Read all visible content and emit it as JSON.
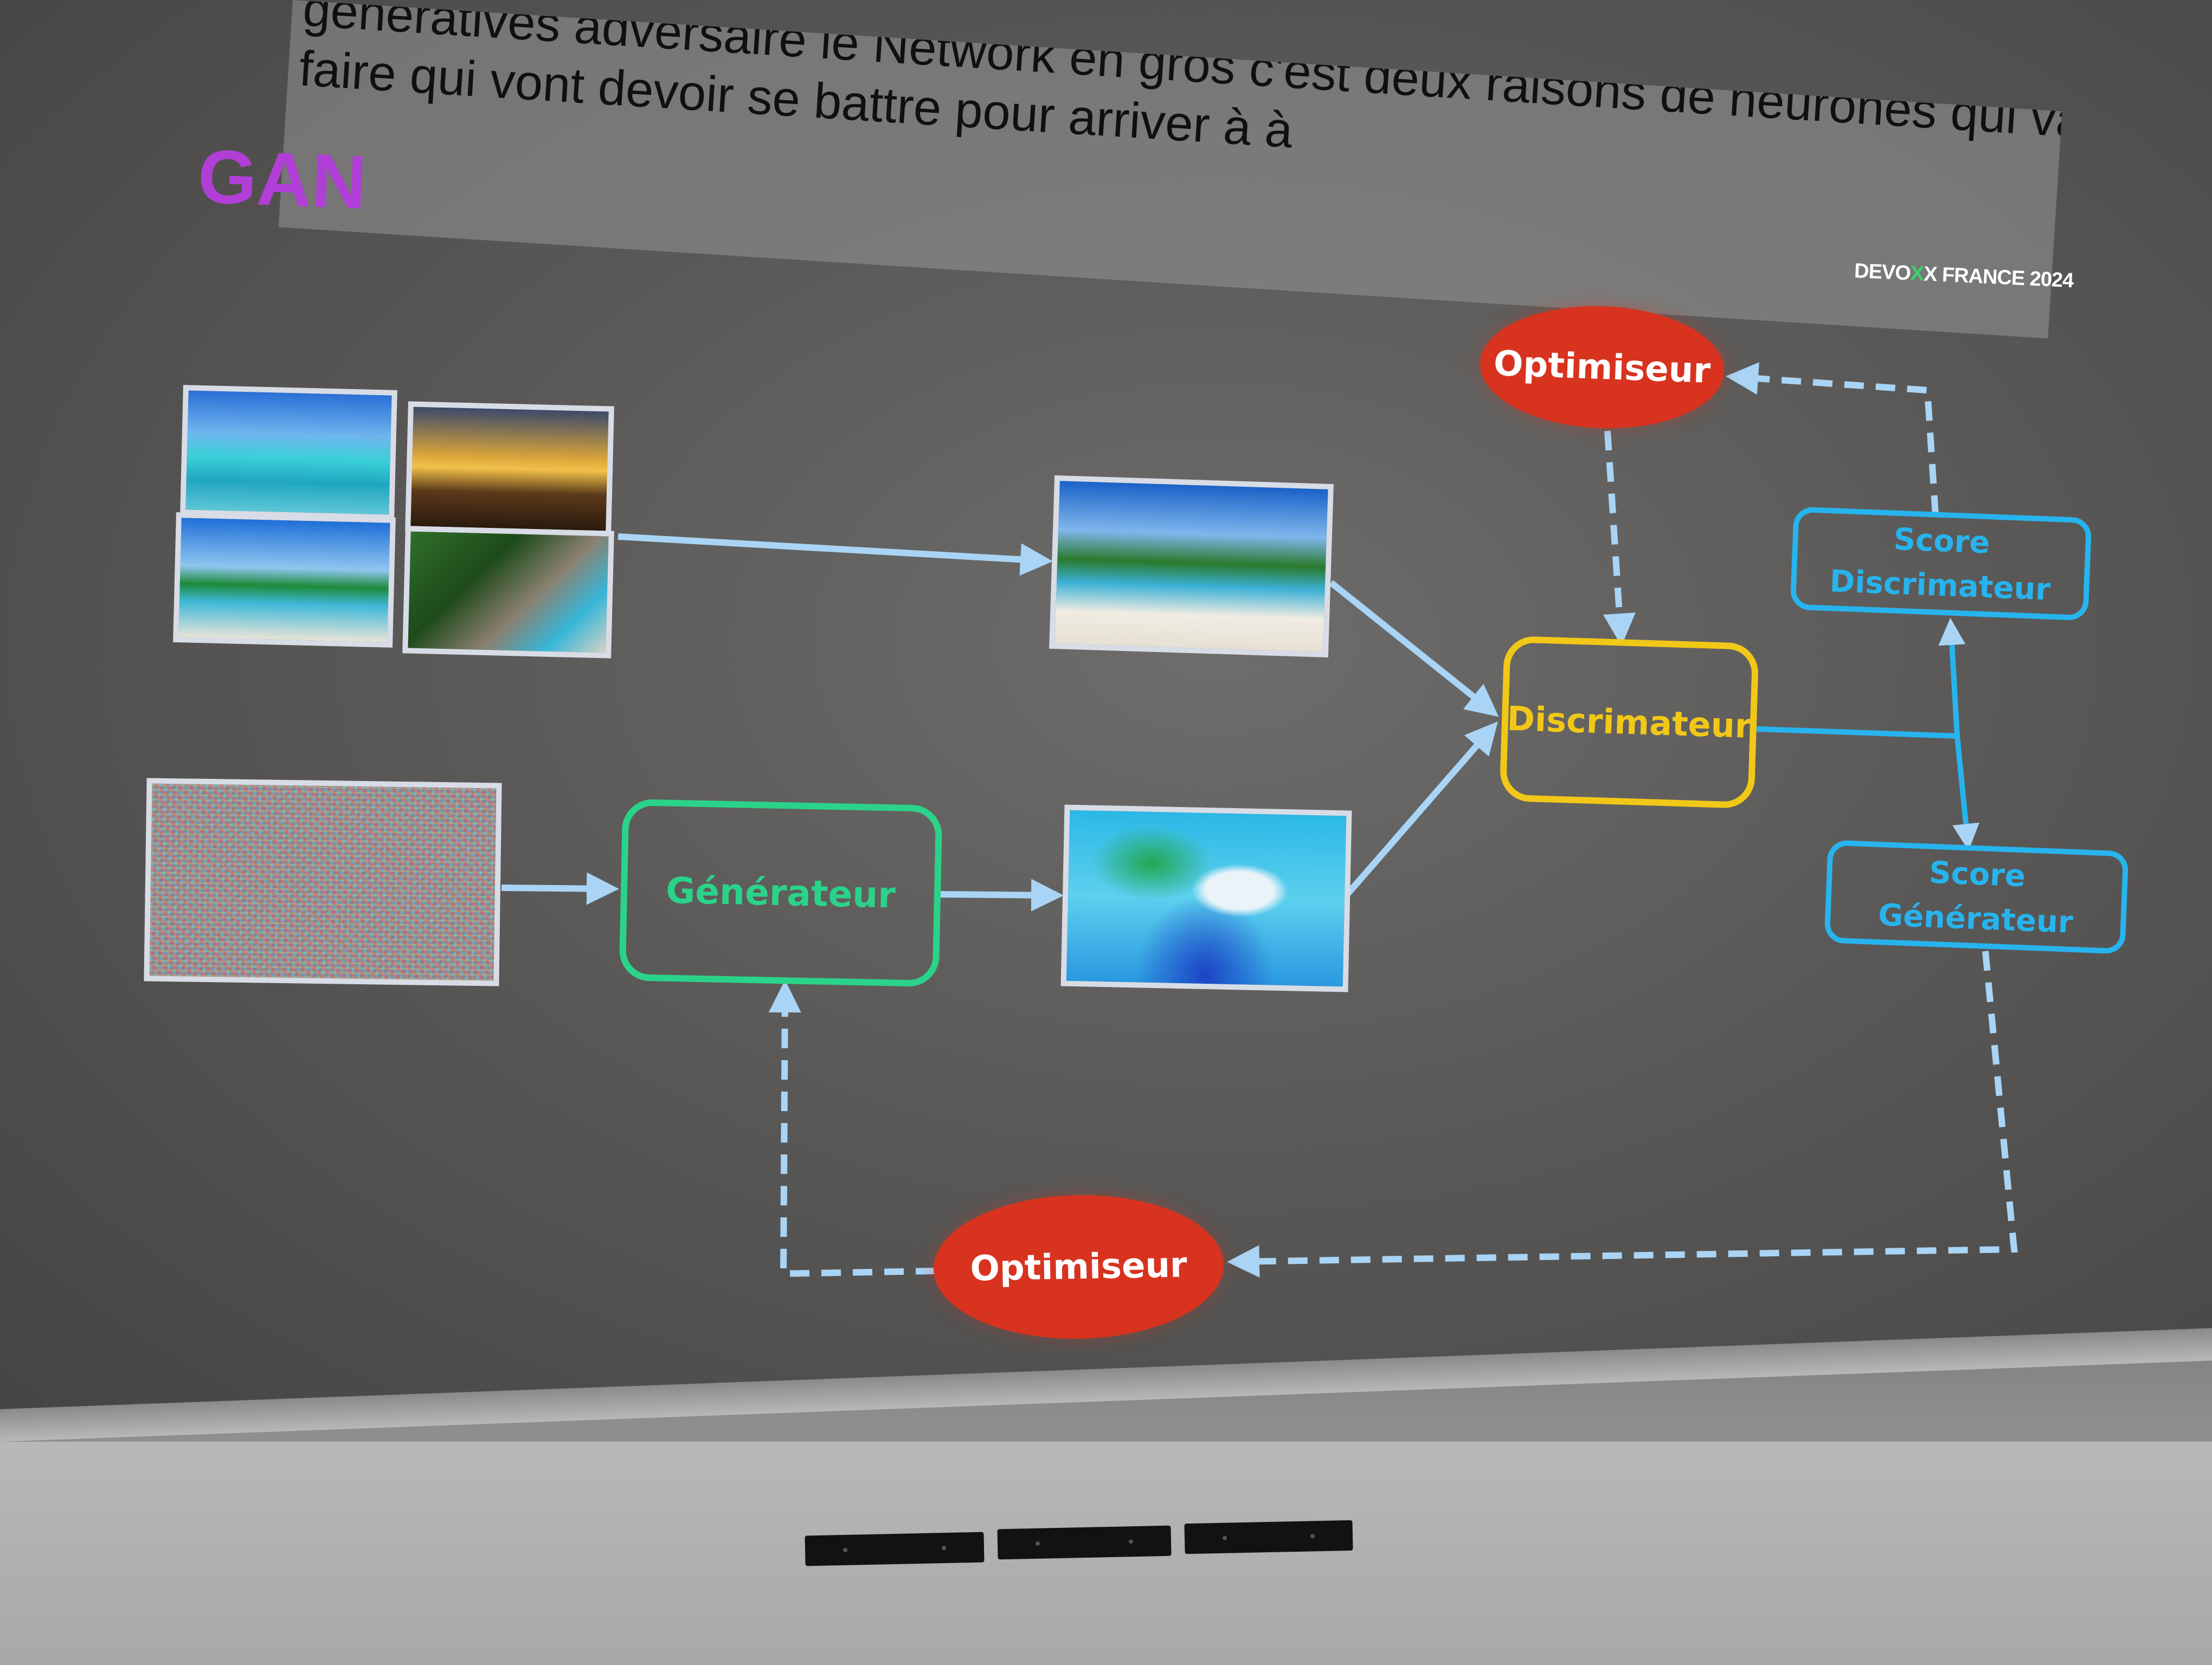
{
  "subtitle": {
    "line1": "génératives adversaire le Network en gros c'est deux raisons de neurones qui va",
    "line2": "faire qui vont devoir se battre pour arriver à à"
  },
  "slide": {
    "title": "GAN",
    "brand_prefix": "DEVO",
    "brand_x": "X",
    "brand_suffix": "X FRANCE 2024"
  },
  "diagram": {
    "nodes": {
      "generator": "Générateur",
      "discriminator": "Discrimateur",
      "score_discriminator": [
        "Score",
        "Discrimateur"
      ],
      "score_generator": [
        "Score",
        "Générateur"
      ],
      "optimizer_top": "Optimiseur",
      "optimizer_bottom": "Optimiseur"
    },
    "colors": {
      "generator": "#2bd38a",
      "discriminator": "#f2c818",
      "score": "#27b4ee",
      "optimizer": "#d7331f",
      "arrow": "#a9d4f5",
      "title": "#b23ed8"
    },
    "images": [
      "beach-photo",
      "sunset-photo",
      "beach-palms-photo",
      "rocks-beach-photo",
      "selected-real-photo",
      "noise-input",
      "generated-image"
    ]
  }
}
